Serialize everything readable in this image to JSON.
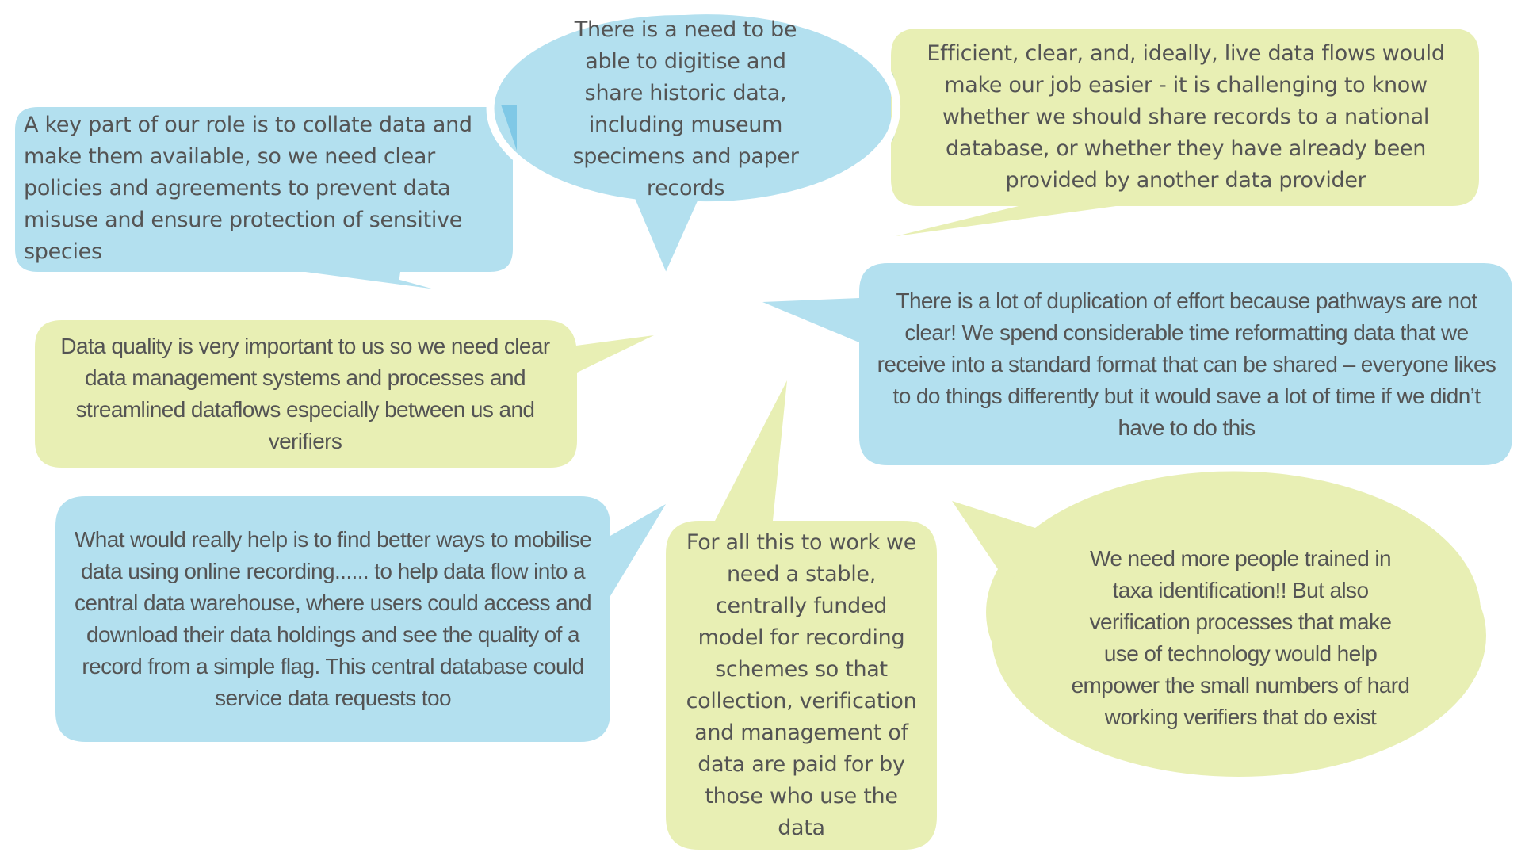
{
  "diagram": {
    "type": "speech-bubble-quotes",
    "colors": {
      "blue_fill": "#b3e0ef",
      "blue_overlap": "#7fc8e6",
      "green_fill": "#e8efb4",
      "green_overlap": "#a3d5bd",
      "text": "#545454",
      "outline": "#ffffff"
    },
    "bubbles": [
      {
        "id": "collate-data",
        "color": "blue",
        "shape": "rounded-rectangle",
        "text": "A key part of our role is to collate data and make them available, so we need clear policies and agreements to prevent data misuse and ensure protection of sensitive species"
      },
      {
        "id": "digitise-historic",
        "color": "blue",
        "shape": "ellipse",
        "text": "There is a need to be able to digitise and share historic data, including museum specimens and paper records"
      },
      {
        "id": "live-data-flows",
        "color": "green",
        "shape": "rounded-rectangle",
        "text": "Efficient, clear, and, ideally, live data flows would make our job easier - it is challenging to know whether we should share records to a national database, or whether they have already been provided by another data provider"
      },
      {
        "id": "data-quality",
        "color": "green",
        "shape": "rounded-rectangle",
        "text": "Data quality is very important to us so we need clear data management systems and processes and streamlined dataflows especially between us and verifiers"
      },
      {
        "id": "duplication-effort",
        "color": "blue",
        "shape": "rounded-rectangle",
        "text": "There is a lot of duplication of effort because pathways are not clear! We spend considerable time reformatting data that we receive into a standard format that can be shared – everyone likes to do things differently but it would save a lot of time if we didn’t have to do this"
      },
      {
        "id": "online-recording",
        "color": "blue",
        "shape": "rounded-rectangle",
        "text": "What would really help is to find better ways to mobilise data using online recording...... to help data flow into a central data warehouse, where users could access and download their data holdings and see the quality of a record from a simple flag. This central database could service data requests too"
      },
      {
        "id": "funded-model",
        "color": "green",
        "shape": "rounded-rectangle",
        "text": "For all this to work we need a stable, centrally funded model for recording schemes so that collection, verification and management of data are paid for by those who use the data"
      },
      {
        "id": "taxa-identification",
        "color": "green",
        "shape": "ellipse",
        "text": "We need more people trained in taxa identification!! But also verification processes that make use of technology would help empower the small numbers of hard working verifiers that do exist"
      }
    ]
  }
}
